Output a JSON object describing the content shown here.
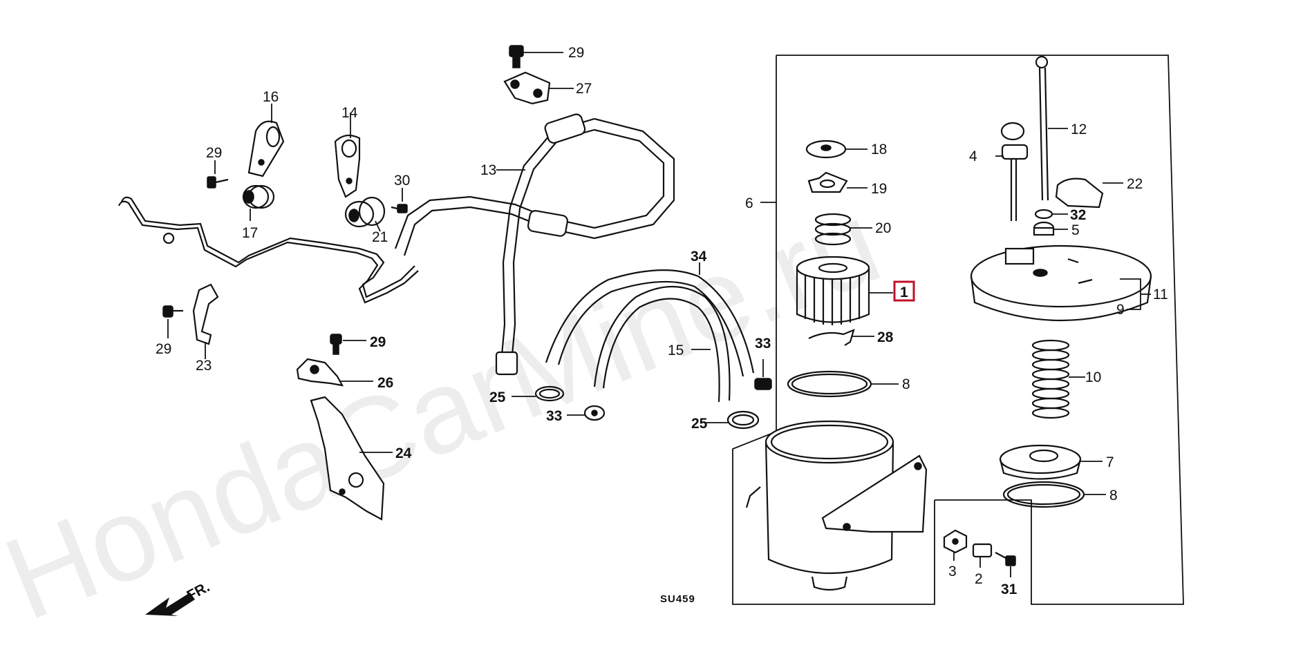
{
  "watermark": "HondaCarMine.ru",
  "diagram_code": "SU459",
  "direction_marker": "FR.",
  "highlighted_part": "1",
  "callouts": {
    "c29a": "29",
    "c27": "27",
    "c16": "16",
    "c14": "14",
    "c29b": "29",
    "c30": "30",
    "c13": "13",
    "c17": "17",
    "c21": "21",
    "c29c": "29",
    "c23": "23",
    "c29d": "29",
    "c26": "26",
    "c24": "24",
    "c34": "34",
    "c15": "15",
    "c33a": "33",
    "c25a": "25",
    "c33b": "33",
    "c25b": "25",
    "c6": "6",
    "c18": "18",
    "c19": "19",
    "c20": "20",
    "c1": "1",
    "c28": "28",
    "c8a": "8",
    "c12": "12",
    "c4": "4",
    "c22": "22",
    "c32": "32",
    "c5": "5",
    "c11": "11",
    "c9": "9",
    "c10": "10",
    "c7": "7",
    "c8b": "8",
    "c3": "3",
    "c2": "2",
    "c31": "31"
  }
}
